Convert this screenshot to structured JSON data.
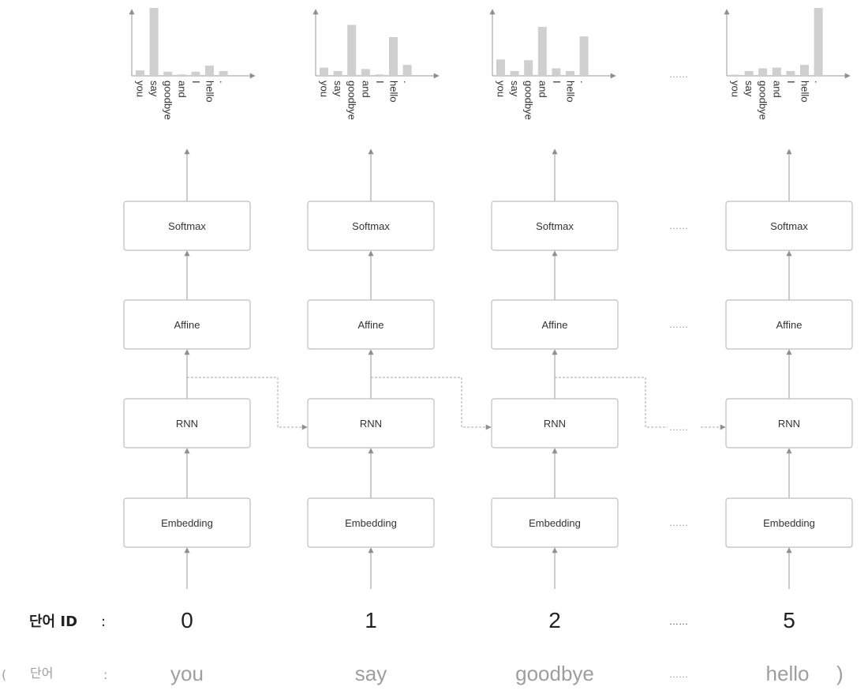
{
  "vocab": [
    "you",
    "say",
    "goodbye",
    "and",
    "I",
    "hello",
    "."
  ],
  "layers": [
    "Softmax",
    "Affine",
    "RNN",
    "Embedding"
  ],
  "columns": [
    {
      "id": "0",
      "word": "you",
      "probs": [
        0.08,
        1.0,
        0.06,
        0.02,
        0.06,
        0.15,
        0.07
      ]
    },
    {
      "id": "1",
      "word": "say",
      "probs": [
        0.12,
        0.07,
        0.75,
        0.1,
        0.02,
        0.57,
        0.16
      ]
    },
    {
      "id": "2",
      "word": "goodbye",
      "probs": [
        0.24,
        0.07,
        0.23,
        0.72,
        0.11,
        0.07,
        0.58
      ]
    },
    {
      "id": "5",
      "word": "hello",
      "probs": [
        0.01,
        0.07,
        0.11,
        0.12,
        0.07,
        0.16,
        1.0
      ]
    }
  ],
  "ellipsis": "……",
  "ids_label": "단어 ID",
  "ids_colon": ":",
  "words_open": "(",
  "words_label": "단어",
  "words_colon": ":",
  "words_close": ")"
}
